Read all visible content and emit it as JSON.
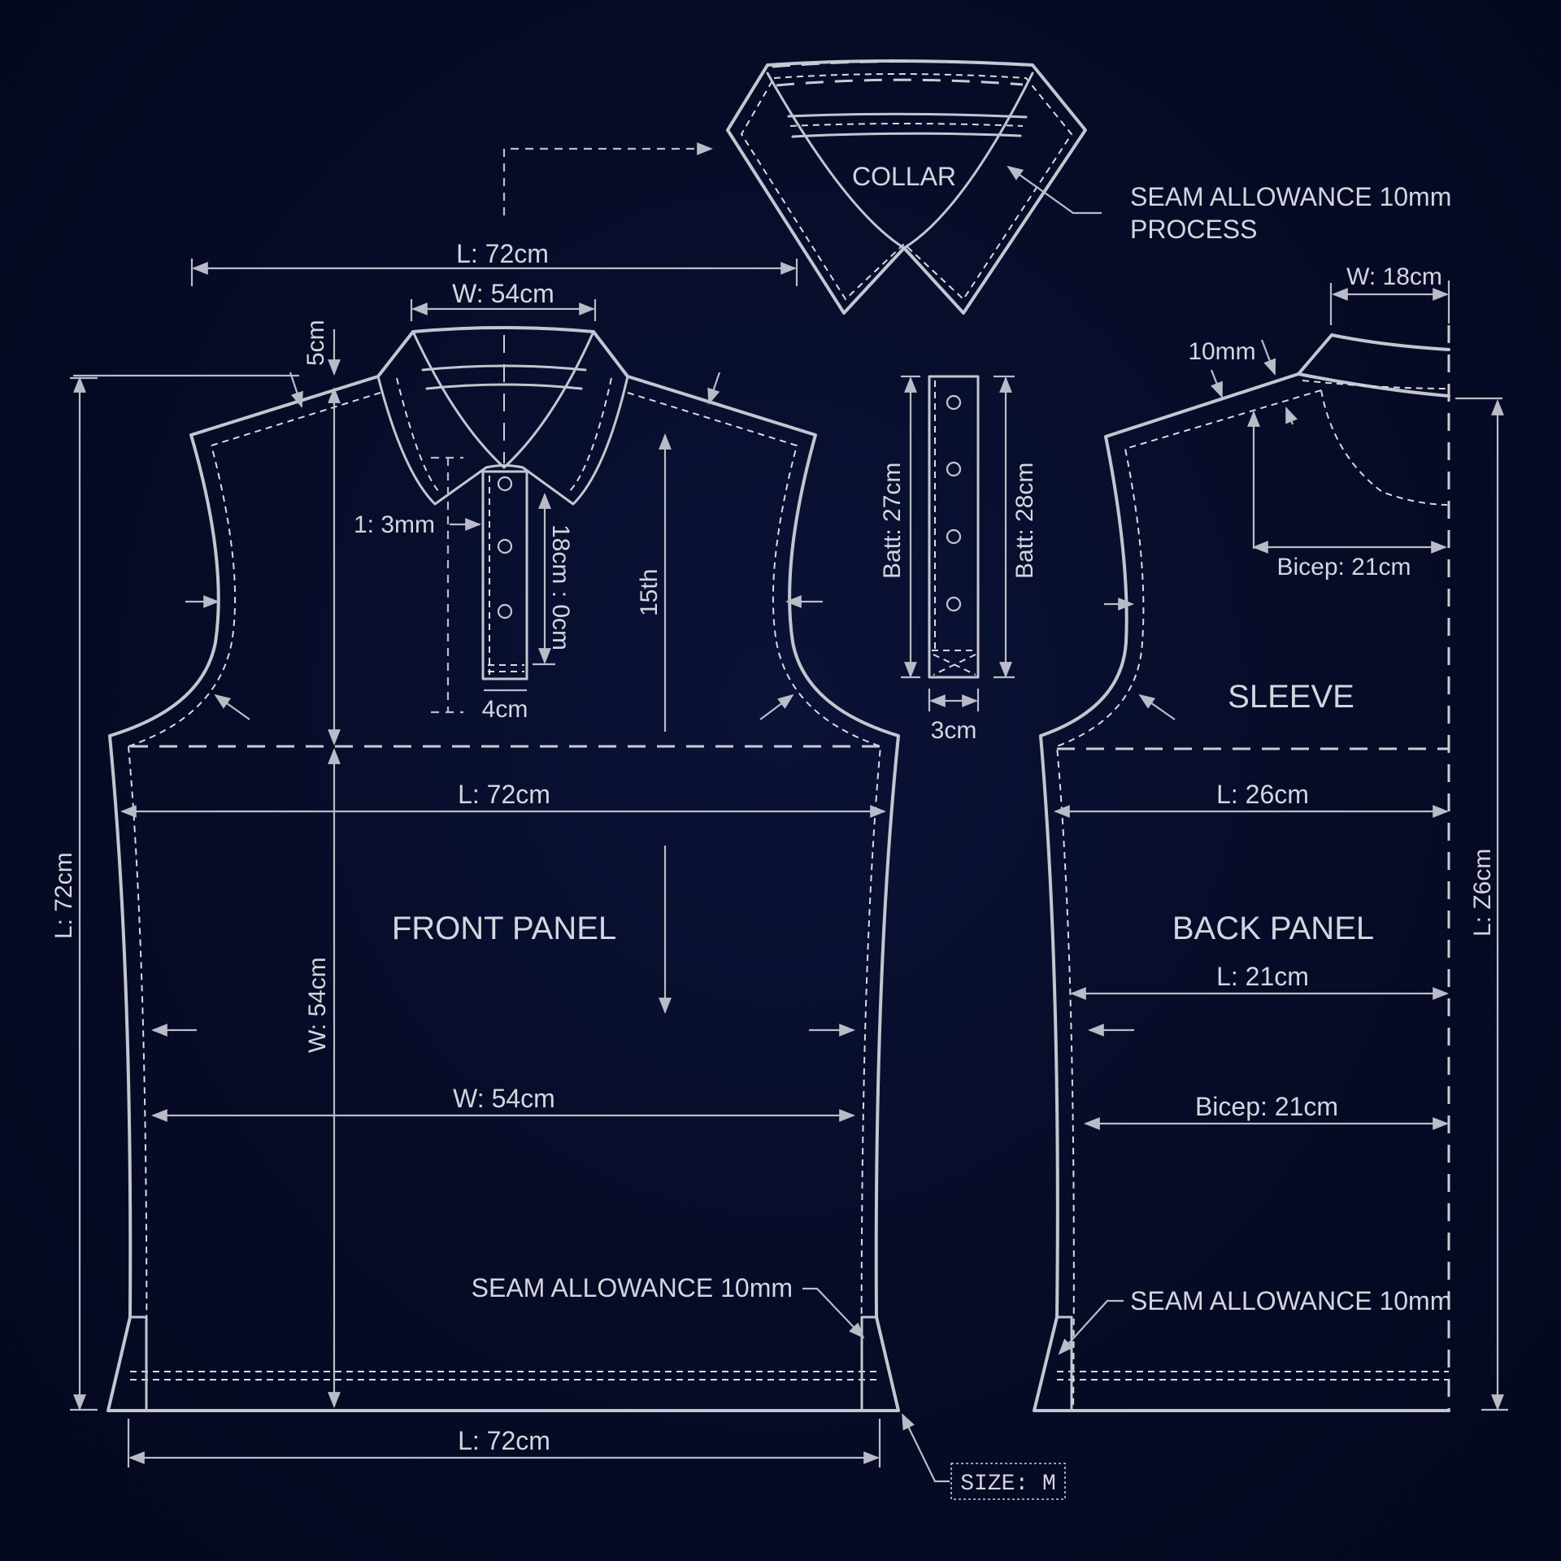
{
  "diagram": {
    "type": "sewing-pattern-technical-drawing",
    "background_color": "#060b26",
    "line_color": "#c3c6d0",
    "pieces": {
      "collar": {
        "title": "COLLAR",
        "callout_line1": "SEAM ALLOWANCE 10mm",
        "callout_line2": "PROCESS"
      },
      "front_panel": {
        "title": "FRONT PANEL",
        "dims": {
          "top_length": "L: 72cm",
          "neck_width": "W: 54cm",
          "shoulder_drop": "5cm",
          "placket_offset": "1: 3mm",
          "placket_length": "18cm : 0cm",
          "placket_width": "4cm",
          "grain": "15th",
          "chest_length": "L: 72cm",
          "side_height": "W: 54cm",
          "left_length": "L: 72cm",
          "waist_width": "W: 54cm",
          "hem_length": "L: 72cm"
        },
        "callout": "SEAM ALLOWANCE 10mm"
      },
      "placket": {
        "left_dim": "Batt: 27cm",
        "right_dim": "Batt: 28cm",
        "width_dim": "3cm",
        "buttonholes": 4
      },
      "back_panel": {
        "title": "BACK PANEL",
        "sleeve_title": "SLEEVE",
        "dims": {
          "shoulder_width": "W: 18cm",
          "seam": "10mm",
          "bicep_top": "Bicep: 21cm",
          "chest_length": "L: 26cm",
          "waist_length": "L: 21cm",
          "bicep_bottom": "Bicep: 21cm",
          "total_length": "L: Z6cm"
        },
        "callout": "SEAM ALLOWANCE 10mm"
      }
    },
    "size_label": "SIZE: M"
  }
}
